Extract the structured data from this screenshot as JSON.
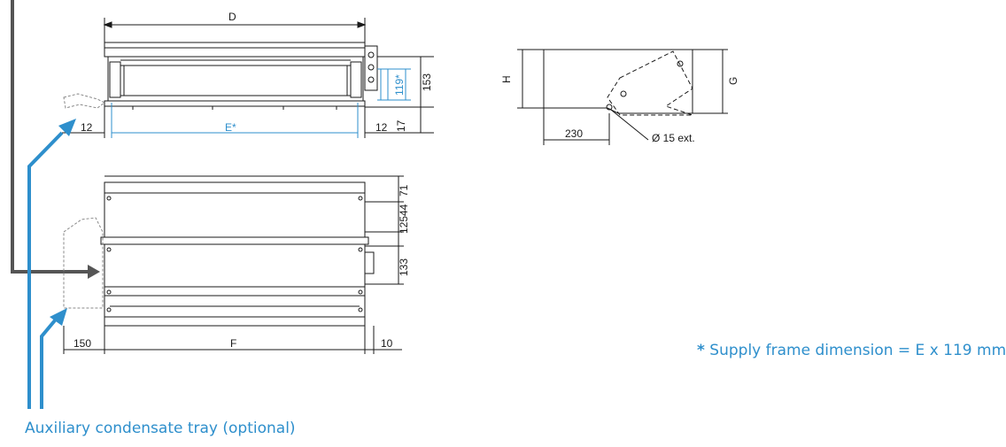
{
  "dimensions": {
    "top_width": "D",
    "inner_width": "E*",
    "left_margin_top": "12",
    "right_margin_top": "12",
    "height_153": "153",
    "height_119": "119*",
    "height_17": "17",
    "side_h": "H",
    "side_g": "G",
    "side_230": "230",
    "drain": "Ø 15 ext.",
    "bottom_width": "F",
    "bottom_left": "150",
    "bottom_right": "10",
    "v71": "71",
    "v44": "44",
    "v125": "125",
    "v133": "133"
  },
  "notes": {
    "supply_star": "*",
    "supply_frame": "Supply frame dimension = E x 119 mm",
    "aux_tray": "Auxiliary condensate tray (optional)"
  },
  "colors": {
    "accent": "#2e8fcc",
    "line": "#1a1a1a",
    "arrow_gray": "#555555"
  }
}
